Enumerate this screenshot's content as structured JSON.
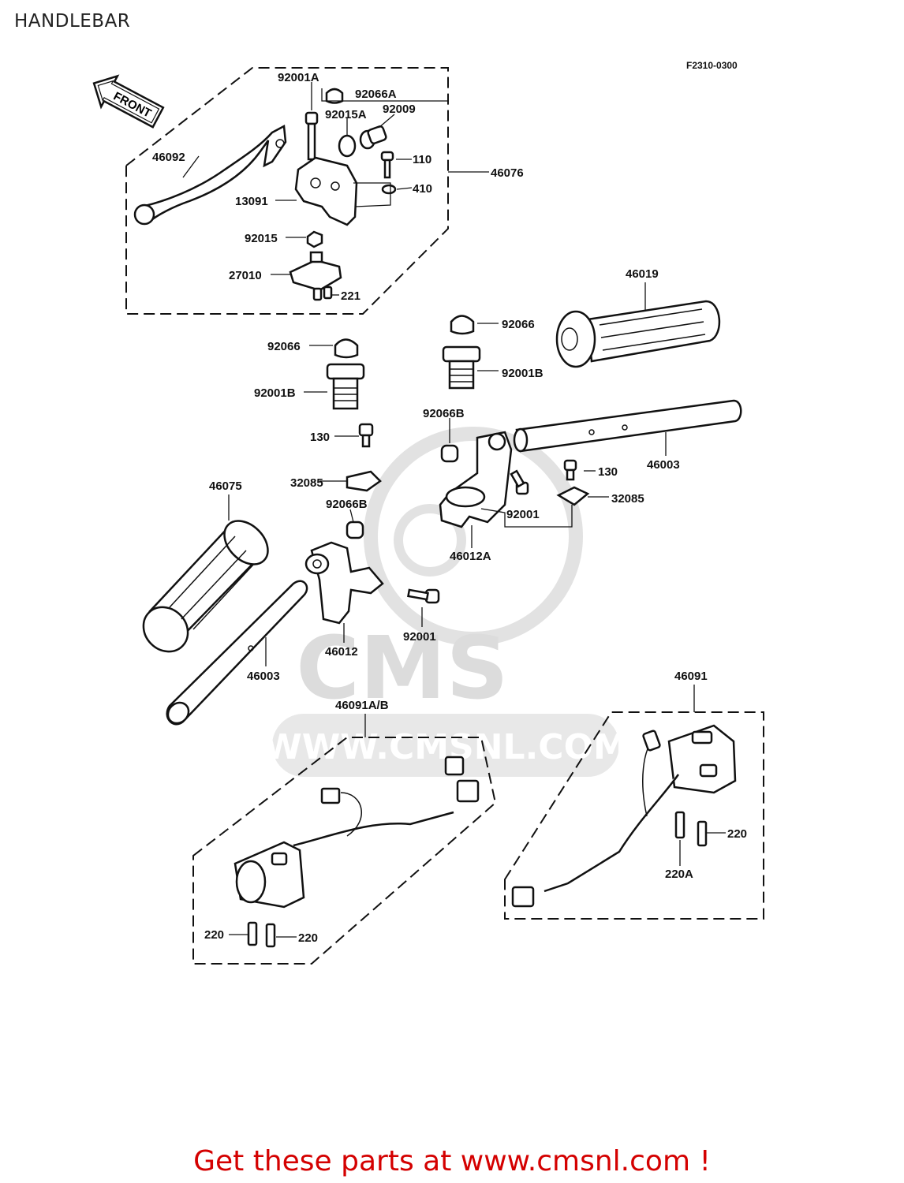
{
  "page_title": "HANDLEBAR",
  "figure_code": "F2310-0300",
  "front_arrow_label": "FRONT",
  "watermark": {
    "brand": "CMS",
    "url": "WWW.CMSNL.COM"
  },
  "footer": {
    "text": "Get these parts at www.cmsnl.com !",
    "color": "#d40000"
  },
  "part_labels": [
    "92001A",
    "92066A",
    "92015A",
    "92009",
    "110",
    "410",
    "46076",
    "46092",
    "13091",
    "92015",
    "27010",
    "221",
    "46019",
    "92066",
    "92001B",
    "92066",
    "92001B",
    "92066B",
    "46003",
    "130",
    "32085",
    "130",
    "32085",
    "92066B",
    "92001",
    "46012A",
    "46075",
    "92001",
    "46012",
    "46003",
    "46091A/B",
    "46091",
    "220",
    "220A",
    "220",
    "220"
  ]
}
